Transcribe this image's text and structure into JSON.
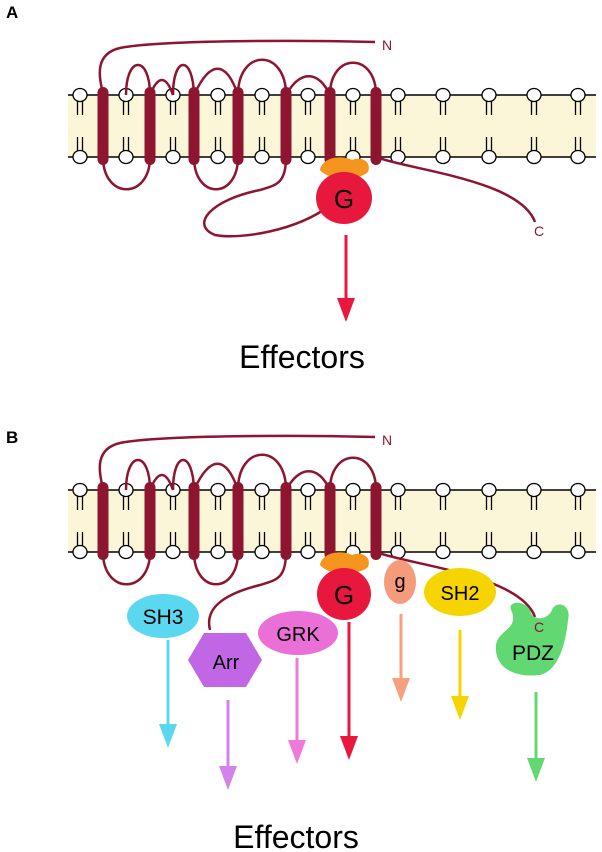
{
  "panels": [
    {
      "letter": "A",
      "n_terminus": "N",
      "c_terminus": "C",
      "proteins": [
        {
          "key": "g_alpha",
          "label": "G",
          "color": "#e8173e",
          "arrow_color": "#e8173e"
        }
      ],
      "effectors": "Effectors"
    },
    {
      "letter": "B",
      "n_terminus": "N",
      "c_terminus": "C",
      "proteins": [
        {
          "key": "sh3",
          "label": "SH3",
          "color": "#5bd8f0",
          "arrow_color": "#5bd8f0"
        },
        {
          "key": "arr",
          "label": "Arr",
          "color": "#c167e6",
          "arrow_color": "#d382ea"
        },
        {
          "key": "grk",
          "label": "GRK",
          "color": "#ea6fd6",
          "arrow_color": "#f07ad9"
        },
        {
          "key": "g_alpha",
          "label": "G",
          "color": "#e8173e",
          "arrow_color": "#e8173e"
        },
        {
          "key": "g_small",
          "label": "g",
          "color": "#f49b7c",
          "arrow_color": "#f6a07e"
        },
        {
          "key": "sh2",
          "label": "SH2",
          "color": "#f5d400",
          "arrow_color": "#f5d400"
        },
        {
          "key": "pdz",
          "label": "PDZ",
          "color": "#62d873",
          "arrow_color": "#62d873"
        }
      ],
      "effectors": "Effectors"
    }
  ],
  "colors": {
    "receptor": "#8e1530",
    "helix": "#8e1530",
    "membrane_fill": "#fcf6d8",
    "lipid": "#000000",
    "g_cap": "#f5941e"
  }
}
